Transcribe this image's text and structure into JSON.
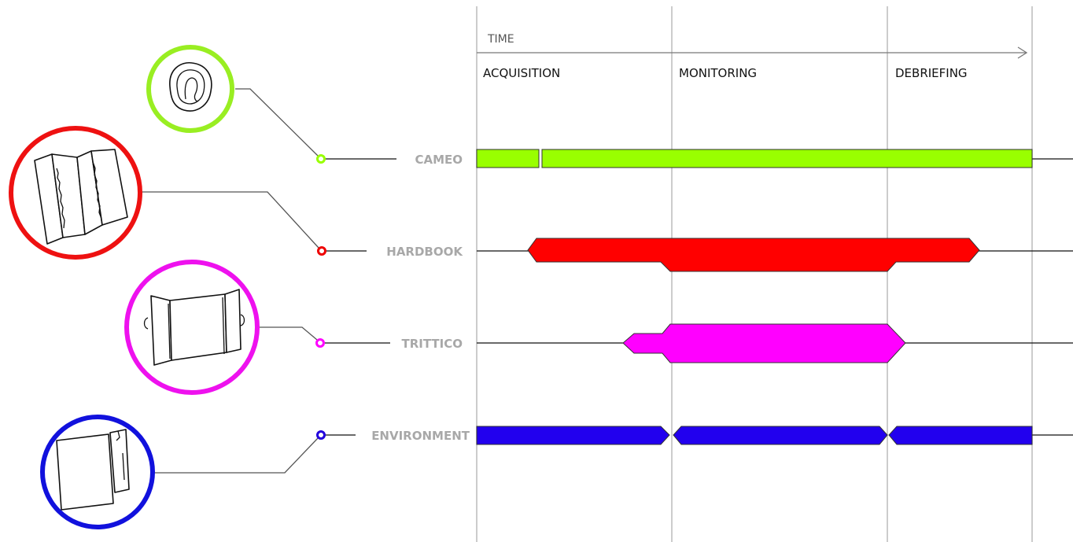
{
  "timeline": {
    "time_label": "TIME",
    "phases": [
      {
        "id": "acquisition",
        "label": "ACQUISITION"
      },
      {
        "id": "monitoring",
        "label": "MONITORING"
      },
      {
        "id": "debriefing",
        "label": "DEBRIEFING"
      }
    ]
  },
  "lanes": [
    {
      "id": "cameo",
      "label": "CAMEO",
      "color": "#99ff00",
      "icon": "cameo-sketch-icon"
    },
    {
      "id": "hardbook",
      "label": "HARDBOOK",
      "color": "#ff0000",
      "icon": "hardbook-sketch-icon"
    },
    {
      "id": "trittico",
      "label": "TRITTICO",
      "color": "#ff00ff",
      "icon": "trittico-sketch-icon"
    },
    {
      "id": "environment",
      "label": "ENVIRONMENT",
      "color": "#2200ee",
      "icon": "environment-sketch-icon"
    }
  ]
}
